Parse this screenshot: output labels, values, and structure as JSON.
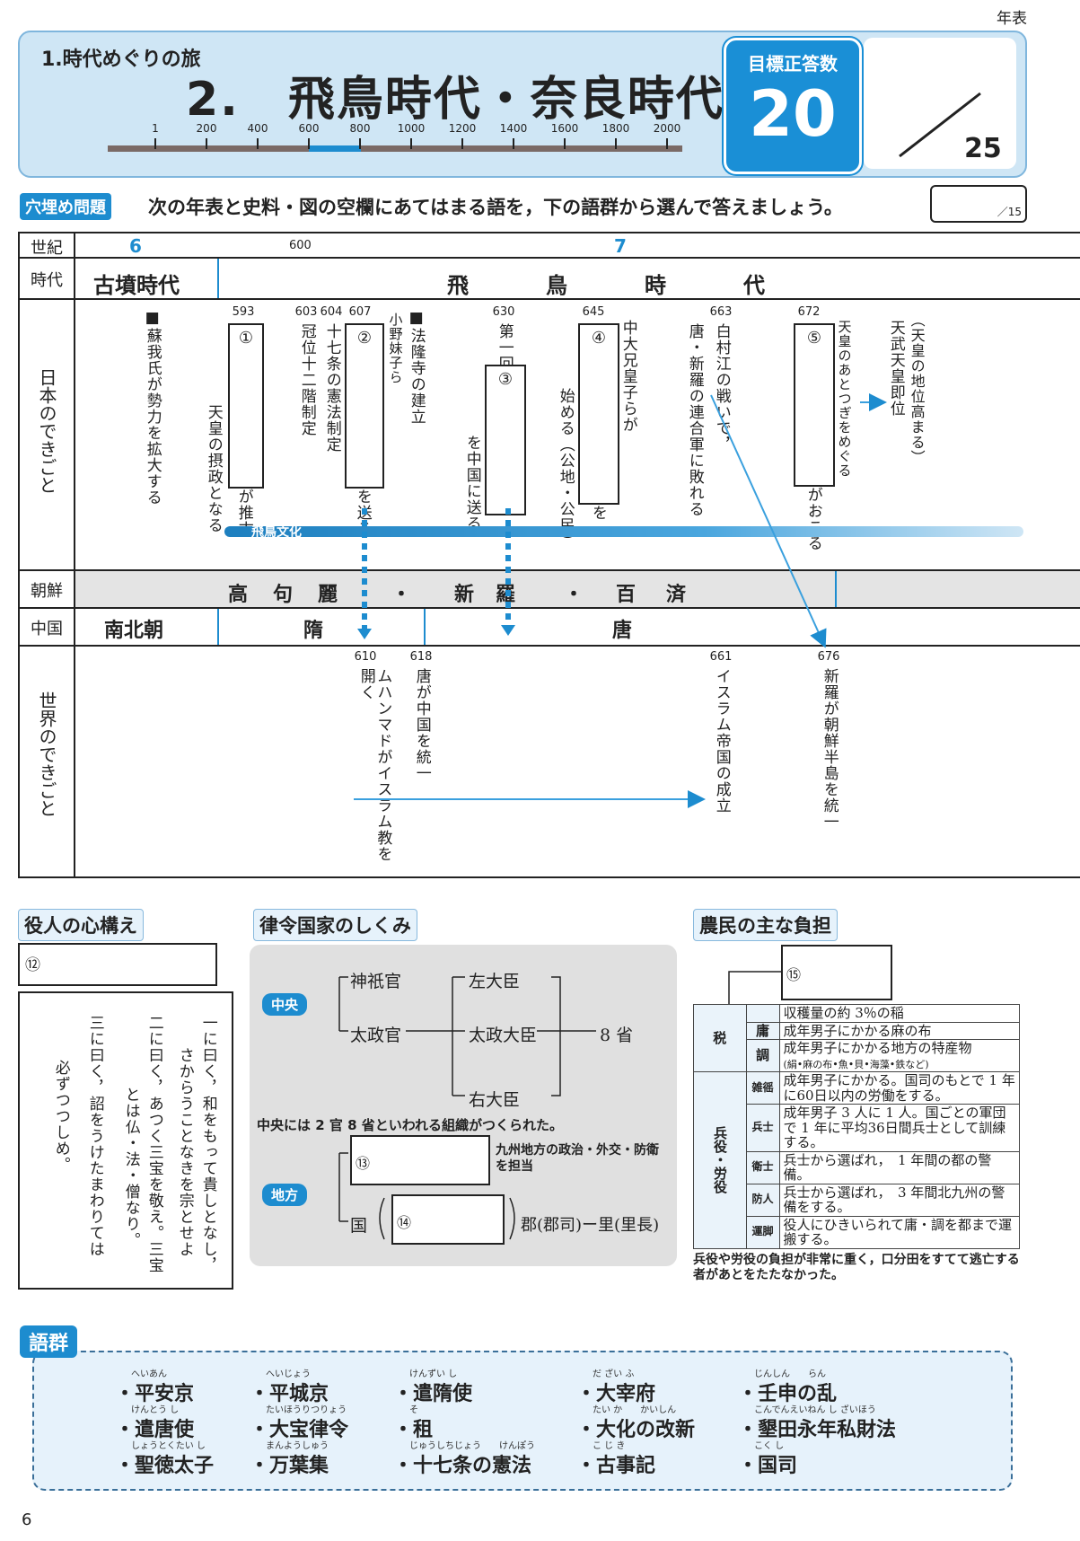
{
  "page_label": "年表",
  "page_number": "6",
  "header": {
    "series": "1.時代めぐりの旅",
    "title": "2.　飛鳥時代・奈良時代",
    "target_label": "目標正答数",
    "target_value": "20",
    "total": "25",
    "scale_ticks": [
      "1",
      "200",
      "400",
      "600",
      "800",
      "1000",
      "1200",
      "1400",
      "1600",
      "1800",
      "2000"
    ]
  },
  "instruction": {
    "badge": "穴埋め問題",
    "text": "次の年表と史料・図の空欄にあてはまる語を，下の語群から選んで答えましょう。",
    "score_denominator": "／15"
  },
  "timeline": {
    "row_labels": {
      "century": "世紀",
      "era": "時代",
      "japan": "日本のできごと",
      "korea": "朝鮮",
      "china": "中国",
      "world": "世界のできごと"
    },
    "century_6": "6",
    "century_7": "7",
    "year_600": "600",
    "era_kofun": "古墳時代",
    "era_asuka": [
      "飛",
      "鳥",
      "時",
      "代"
    ],
    "japan_events": [
      {
        "id": "e1",
        "year": "",
        "text": "■蘇我氏が勢力を拡大する"
      },
      {
        "id": "e2",
        "year": "593",
        "label": "①",
        "text_after": "が推古",
        "text2": "天皇の摂政となる"
      },
      {
        "id": "e3",
        "year": "603",
        "text": "冠位十二階制定"
      },
      {
        "id": "e4",
        "year": "604",
        "text": "十七条の憲法制定"
      },
      {
        "id": "e5",
        "year": "607",
        "label": "②",
        "text_before": "小野妹子ら",
        "text_after": "を送る"
      },
      {
        "id": "e6",
        "year": "",
        "text": "■法隆寺の建立"
      },
      {
        "id": "e7",
        "year": "630",
        "text_before": "第一回",
        "label": "③",
        "text_after": "を中国に送る"
      },
      {
        "id": "e8",
        "year": "645",
        "label": "④",
        "text_before": "中大兄皇子らが",
        "text_after": "を",
        "text2": "始める（公地・公民）"
      },
      {
        "id": "e9",
        "year": "663",
        "text": "白村江の戦いで，",
        "text2": "唐・新羅の連合軍に敗れる"
      },
      {
        "id": "e10",
        "year": "672",
        "label": "⑤",
        "text_before": "天皇のあとつぎをめぐる",
        "text_after": "がおこる"
      },
      {
        "id": "e11",
        "year": "",
        "text": "天武天皇即位",
        "text2": "（天皇の地位高まる）"
      }
    ],
    "asuka_culture": "飛鳥文化",
    "korea_text": [
      "高",
      "句",
      "麗",
      "・",
      "新",
      "羅",
      "・",
      "百",
      "済"
    ],
    "china_nanbokucho": "南北朝",
    "china_sui": "隋",
    "china_tang": "唐",
    "world_events": [
      {
        "year": "610",
        "text": "ムハンマドがイスラム教を開く"
      },
      {
        "year": "618",
        "text": "唐が中国を統一"
      },
      {
        "year": "661",
        "text": "イスラム帝国の成立"
      },
      {
        "year": "676",
        "text": "新羅が朝鮮半島を統一"
      }
    ]
  },
  "official": {
    "title": "役人の心構え",
    "blank": "⑫",
    "lines": [
      "一に曰く，和をもって貴しとなし，",
      "さからうことなきを宗とせよ",
      "二に曰く，あつく三宝を敬え。三宝",
      "とは仏・法・僧なり。",
      "三に曰く，詔をうけたまわりては",
      "必ずつつしめ。"
    ]
  },
  "ritsuryo": {
    "title": "律令国家のしくみ",
    "central_badge": "中央",
    "local_badge": "地方",
    "jingikan": "神祇官",
    "dajokan": "太政官",
    "sadaijin": "左大臣",
    "daijo_daijin": "太政大臣",
    "udaijin": "右大臣",
    "hassho": "8 省",
    "central_note": "中央には 2 官 8 省といわれる組織がつくられた。",
    "blank13": "⑬",
    "dazaifu_note": "九州地方の政治・外交・防衛を担当",
    "kuni": "国",
    "blank14": "⑭",
    "gun_ri": "郡(郡司)ー里(里長)"
  },
  "burden": {
    "title": "農民の主な負担",
    "blank15": "⑮",
    "tax_label": "税",
    "labor_label": "兵役・労役",
    "rows": [
      {
        "name": "",
        "desc": "収穫量の約 3％の稲"
      },
      {
        "name": "庸",
        "desc": "成年男子にかかる麻の布"
      },
      {
        "name": "調",
        "desc": "成年男子にかかる地方の特産物",
        "sub": "(絹•麻の布•魚•貝•海藻•鉄など)"
      },
      {
        "name": "雑徭",
        "desc": "成年男子にかかる。国司のもとで 1 年に60日以内の労働をする。"
      },
      {
        "name": "兵士",
        "desc": "成年男子 3 人に 1 人。国ごとの軍団で 1 年に平均36日間兵士として訓練する。"
      },
      {
        "name": "衛士",
        "desc": "兵士から選ばれ，　1 年間の都の警備。"
      },
      {
        "name": "防人",
        "desc": "兵士から選ばれ，　3 年間北九州の警備をする。"
      },
      {
        "name": "運脚",
        "desc": "役人にひきいられて庸・調を都まで運搬する。"
      }
    ],
    "note": "兵役や労役の負担が非常に重く，口分田をすてて逃亡する者があとをたたなかった。"
  },
  "word_bank": {
    "title": "語群",
    "words": [
      {
        "ruby": "へいあん",
        "word": "・平安京"
      },
      {
        "ruby": "へいじょう",
        "word": "・平城京"
      },
      {
        "ruby": "けんずい し",
        "word": "・遣隋使"
      },
      {
        "ruby": "だ ざい ふ",
        "word": "・大宰府"
      },
      {
        "ruby": "じんしん　　らん",
        "word": "・壬申の乱"
      },
      {
        "ruby": "けんとう し",
        "word": "・遣唐使"
      },
      {
        "ruby": "たいほうりつりょう",
        "word": "・大宝律令"
      },
      {
        "ruby": "そ",
        "word": "・租"
      },
      {
        "ruby": "たい か　　かいしん",
        "word": "・大化の改新"
      },
      {
        "ruby": "こんでんえいねん し ざいほう",
        "word": "・墾田永年私財法"
      },
      {
        "ruby": "しょうとくたい し",
        "word": "・聖徳太子"
      },
      {
        "ruby": "まんようしゅう",
        "word": "・万葉集"
      },
      {
        "ruby": "じゅうしちじょう　　けんぽう",
        "word": "・十七条の憲法"
      },
      {
        "ruby": "こ じ き",
        "word": "・古事記"
      },
      {
        "ruby": "こく し",
        "word": "・国司"
      }
    ]
  },
  "colors": {
    "accent": "#1d8ccf",
    "header_bg": "#cfe6f5",
    "korea_bg": "#e4e4e4",
    "culture_bar": "#2a86c4"
  }
}
